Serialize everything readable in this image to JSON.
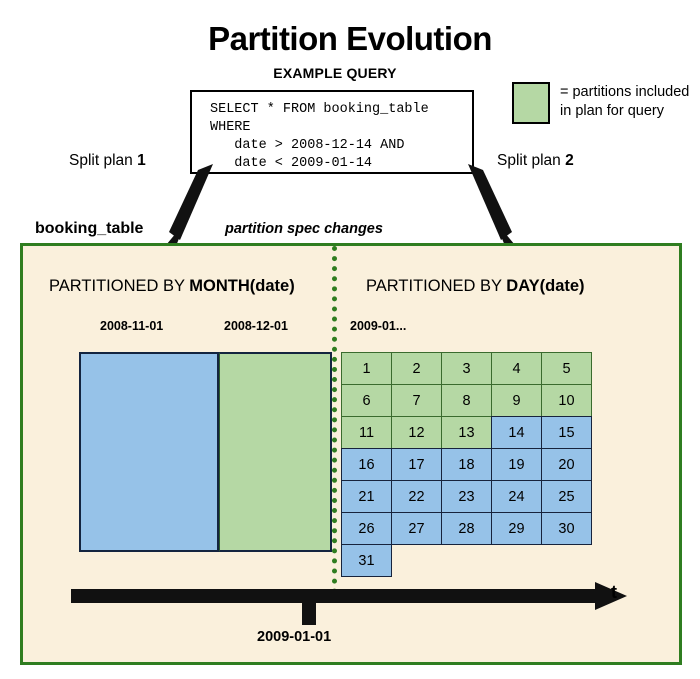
{
  "title": "Partition Evolution",
  "query": {
    "heading": "EXAMPLE QUERY",
    "code": "SELECT * FROM booking_table\nWHERE\n   date > 2008-12-14 AND\n   date < 2009-01-14"
  },
  "legend": {
    "text": "= partitions included\nin plan for query",
    "swatch_color": "#b5d8a4"
  },
  "split_plans": {
    "left_prefix": "Split plan ",
    "left_number": "1",
    "right_prefix": "Split plan ",
    "right_number": "2"
  },
  "captions": {
    "table_name": "booking_table",
    "spec_changes": "partition spec changes"
  },
  "panel": {
    "left_heading_prefix": "PARTITIONED BY ",
    "left_heading_bold": "MONTH(date)",
    "right_heading_prefix": "PARTITIONED BY ",
    "right_heading_bold": "DAY(date)",
    "partition_keys": {
      "month_nov": "2008-11-01",
      "month_dec": "2008-12-01",
      "day_jan": "2009-01..."
    }
  },
  "month_blocks": [
    {
      "key": "2008-11-01",
      "color": "blue",
      "included": false
    },
    {
      "key": "2008-12-01",
      "color": "green",
      "included": true
    }
  ],
  "day_grid": {
    "rows": [
      [
        {
          "n": "1",
          "color": "green"
        },
        {
          "n": "2",
          "color": "green"
        },
        {
          "n": "3",
          "color": "green"
        },
        {
          "n": "4",
          "color": "green"
        },
        {
          "n": "5",
          "color": "green"
        }
      ],
      [
        {
          "n": "6",
          "color": "green"
        },
        {
          "n": "7",
          "color": "green"
        },
        {
          "n": "8",
          "color": "green"
        },
        {
          "n": "9",
          "color": "green"
        },
        {
          "n": "10",
          "color": "green"
        }
      ],
      [
        {
          "n": "11",
          "color": "green"
        },
        {
          "n": "12",
          "color": "green"
        },
        {
          "n": "13",
          "color": "green"
        },
        {
          "n": "14",
          "color": "blue"
        },
        {
          "n": "15",
          "color": "blue"
        }
      ],
      [
        {
          "n": "16",
          "color": "blue"
        },
        {
          "n": "17",
          "color": "blue"
        },
        {
          "n": "18",
          "color": "blue"
        },
        {
          "n": "19",
          "color": "blue"
        },
        {
          "n": "20",
          "color": "blue"
        }
      ],
      [
        {
          "n": "21",
          "color": "blue"
        },
        {
          "n": "22",
          "color": "blue"
        },
        {
          "n": "23",
          "color": "blue"
        },
        {
          "n": "24",
          "color": "blue"
        },
        {
          "n": "25",
          "color": "blue"
        }
      ],
      [
        {
          "n": "26",
          "color": "blue"
        },
        {
          "n": "27",
          "color": "blue"
        },
        {
          "n": "28",
          "color": "blue"
        },
        {
          "n": "29",
          "color": "blue"
        },
        {
          "n": "30",
          "color": "blue"
        }
      ],
      [
        {
          "n": "31",
          "color": "blue"
        }
      ]
    ]
  },
  "timeline": {
    "tick_label": "2009-01-01",
    "axis_label": "t"
  },
  "colors": {
    "included_green": "#b5d8a4",
    "excluded_blue": "#96c2e8",
    "panel_background": "#faf0dc",
    "panel_border": "#2f7d20",
    "divider": "#2f7d20"
  }
}
